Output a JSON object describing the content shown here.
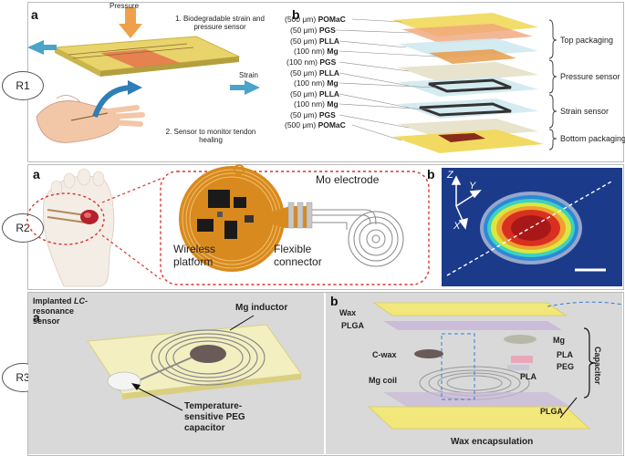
{
  "row_labels": [
    "R1",
    "R2",
    "R3"
  ],
  "r1": {
    "panel_a": {
      "letter": "a",
      "pressure": "Pressure",
      "step1": "1. Biodegradable strain and pressure sensor",
      "strain": "Strain",
      "step2": "2. Sensor to monitor tendon healing"
    },
    "panel_b": {
      "letter": "b",
      "layers": [
        {
          "thick": "(500 μm)",
          "mat": "POMaC"
        },
        {
          "thick": "(50 μm)",
          "mat": "PGS"
        },
        {
          "thick": "(50 μm)",
          "mat": "PLLA"
        },
        {
          "thick": "(100 nm)",
          "mat": "Mg"
        },
        {
          "thick": "(100 nm)",
          "mat": "PGS"
        },
        {
          "thick": "(50 μm)",
          "mat": "PLLA"
        },
        {
          "thick": "(100 nm)",
          "mat": "Mg"
        },
        {
          "thick": "(50 μm)",
          "mat": "PLLA"
        },
        {
          "thick": "(100 nm)",
          "mat": "Mg"
        },
        {
          "thick": "(50 μm)",
          "mat": "PGS"
        },
        {
          "thick": "(500 μm)",
          "mat": "POMaC"
        }
      ],
      "groups": [
        "Top packaging",
        "Pressure sensor",
        "Strain sensor",
        "Bottom packaging"
      ]
    }
  },
  "r2": {
    "panel_a": {
      "letter": "a",
      "mo_electrode": "Mo electrode",
      "wireless": "Wireless platform",
      "flexible": "Flexible connector"
    },
    "panel_b": {
      "letter": "b",
      "axis_z": "Z",
      "axis_y": "Y",
      "axis_x": "X"
    }
  },
  "r3": {
    "panel_a": {
      "letter": "a",
      "title_line1": "Implanted",
      "title_lc": "LC",
      "title_line1b": "-",
      "title_line2": "resonance",
      "title_line3": "sensor",
      "mg_inductor": "Mg inductor",
      "capacitor_note": "Temperature-sensitive PEG capacitor"
    },
    "panel_b": {
      "letter": "b",
      "wax": "Wax",
      "plga_top": "PLGA",
      "mg": "Mg",
      "c_wax": "C-wax",
      "pla1": "PLA",
      "peg": "PEG",
      "mg_coil": "Mg coil",
      "pla2": "PLA",
      "capacitor": "Capacitor",
      "plga_bottom": "PLGA",
      "wax_encapsulation": "Wax encapsulation"
    }
  },
  "colors": {
    "frame": "#8a8a8a",
    "arrow_blue": "#4aa3c8",
    "arrow_orange": "#f0a04a",
    "red_dash": "#d8322a",
    "gray_bg": "#d9d9d9",
    "heat_bg": "#1b3a8a"
  }
}
